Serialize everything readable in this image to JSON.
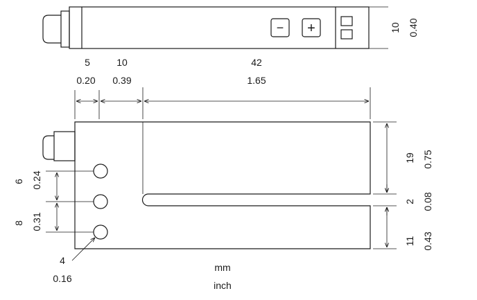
{
  "top_view": {
    "minus_button": "−",
    "plus_button": "+",
    "height_mm": "10",
    "height_inch": "0.40"
  },
  "horizontal_dims": {
    "d1_mm": "5",
    "d1_inch": "0.20",
    "d2_mm": "10",
    "d2_inch": "0.39",
    "d3_mm": "42",
    "d3_inch": "1.65"
  },
  "right_dims": {
    "upper_mm": "19",
    "upper_inch": "0.75",
    "slot_mm": "2",
    "slot_inch": "0.08",
    "lower_mm": "11",
    "lower_inch": "0.43"
  },
  "left_dims": {
    "upper_mm": "6",
    "upper_inch": "0.24",
    "lower_mm": "8",
    "lower_inch": "0.31"
  },
  "hole_dim": {
    "mm": "4",
    "inch": "0.16"
  },
  "units": {
    "primary": "mm",
    "secondary": "inch"
  }
}
